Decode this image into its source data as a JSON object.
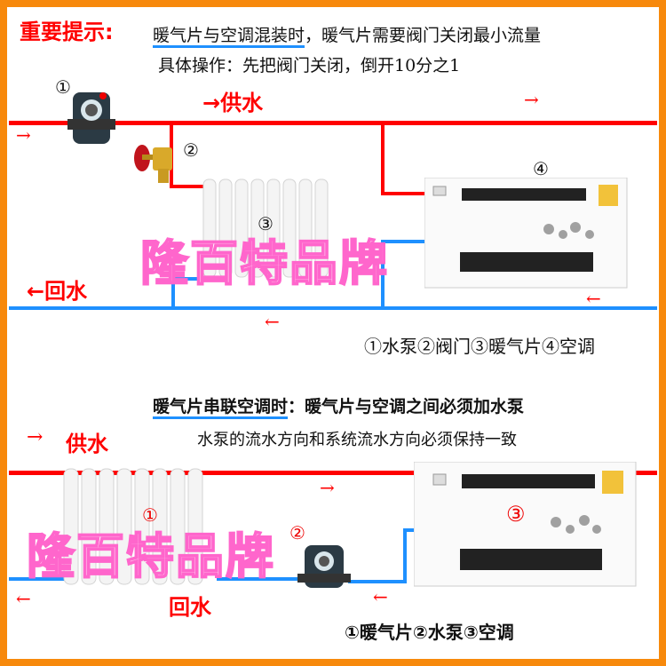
{
  "top": {
    "title_label": "重要提示:",
    "line1_underlined": "暖气片与空调混装时",
    "line1_rest": "，暖气片需要阀门关闭最小流量",
    "line2": "具体操作：先把阀门关闭，倒开10分之1",
    "supply_label": "→供水",
    "return_label": "←回水",
    "markers": [
      "①",
      "②",
      "③",
      "④"
    ],
    "legend": "①水泵②阀门③暖气片④空调"
  },
  "bottom": {
    "heading_underlined": "暖气片串联空调时",
    "heading_rest": "：暖气片与空调之间必须加水泵",
    "line2": "水泵的流水方向和系统流水方向必须保持一致",
    "supply_label": "供水",
    "supply_arrow": "→",
    "return_label": "回水",
    "markers": [
      "①",
      "②",
      "③"
    ],
    "legend": "①暖气片②水泵③空调"
  },
  "watermark": "隆百特品牌",
  "arrows": {
    "right": "→",
    "left": "←"
  },
  "colors": {
    "supply": "#ff0000",
    "return": "#1e90ff",
    "border": "#f7890c",
    "underline": "#1e90ff"
  }
}
